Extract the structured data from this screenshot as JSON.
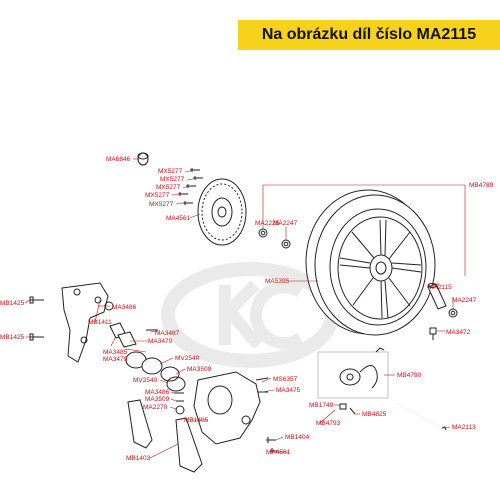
{
  "header": {
    "title": "Na obrázku díl číslo MA2115",
    "bg_color": "#f7d21a"
  },
  "label_color": "#d01010",
  "watermark_icon": "kc-logo-watermark",
  "labels": {
    "ma6846": "MA6846",
    "mx5277a": "MX5277",
    "mx5277b": "MX5277",
    "mx5277c": "MX5277",
    "mx5277d": "MX5277",
    "mx5277e": "MX5277",
    "ma4561a": "MA4561",
    "ma2225": "MA2225",
    "ma2247a": "MA2247",
    "mb4789": "MB4789",
    "ma5395": "MA5395",
    "ma2115": "MA2115",
    "ma2247b": "MA2247",
    "ma3472": "MA3472",
    "mb1425a": "MB1425",
    "mb1425b": "MB1425",
    "ma3486a": "MA3486",
    "mb1411": "MB1411",
    "ma3487": "MA3487",
    "ma3479a": "MA3479",
    "ma3485": "MA3485",
    "ma3479b": "MA3479",
    "mv2540a": "MV2540",
    "ma3509a": "MA3509",
    "mv2540b": "MV2540",
    "ma3486b": "MA3486",
    "ma3509b": "MA3509",
    "ma2270": "MA2270",
    "ms6357": "MS6357",
    "ma3475": "MA3475",
    "mb4790": "MB4790",
    "mb1749": "MB1749",
    "mb4825": "MB4825",
    "mb4793": "MB4793",
    "mb1405": "MB1405",
    "mb1404": "MB1404",
    "ma4561b": "MA4561",
    "mb1403": "MB1403",
    "ma2113": "MA2113"
  }
}
